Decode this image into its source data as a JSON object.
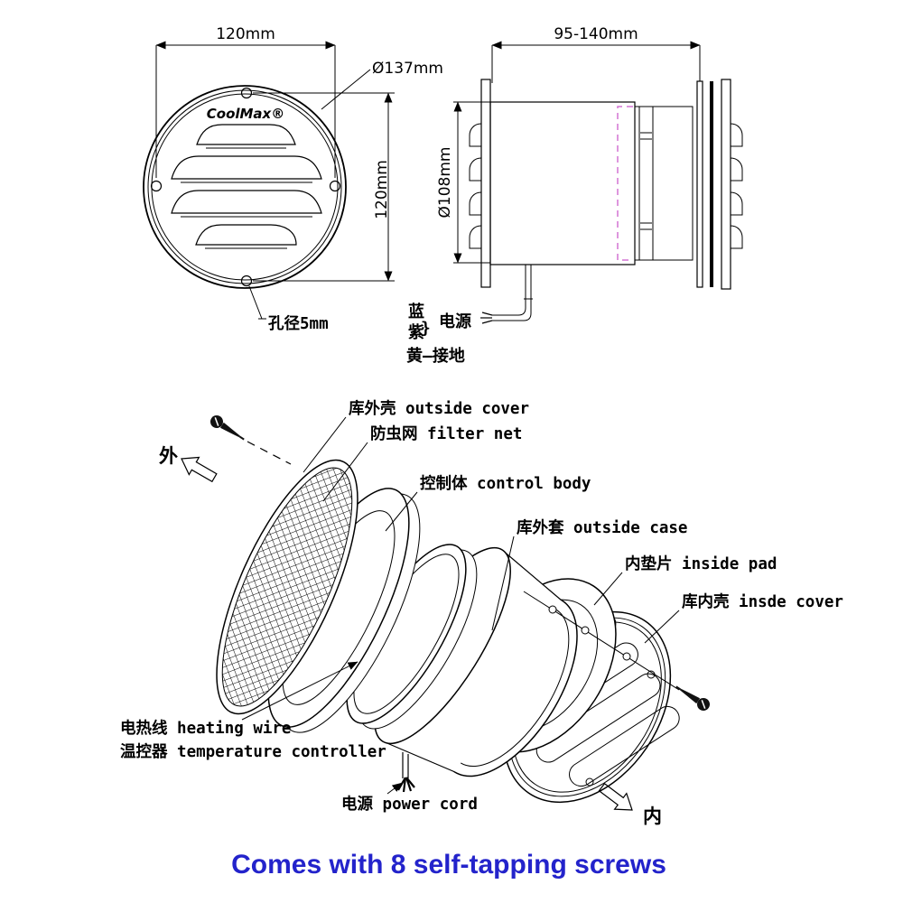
{
  "document": {
    "type": "technical-drawing",
    "background": "#ffffff",
    "line_color": "#000000"
  },
  "front_view": {
    "logo": "CoolMax®",
    "dim_width": "120mm",
    "dim_height": "120mm",
    "dim_diameter": "Ø137mm",
    "hole_note": "孔径5mm"
  },
  "side_view": {
    "dim_depth": "95-140mm",
    "dim_diameter": "Ø108mm",
    "dashed_color": "#d473d4",
    "wires": {
      "blue": "蓝",
      "purple": "紫",
      "brace": "}",
      "power": "电源",
      "ground": "黄—接地"
    }
  },
  "exploded_view": {
    "direction_out": "外",
    "direction_in": "内",
    "labels": {
      "outside_cover": "库外壳 outside cover",
      "filter_net": "防虫网 filter net",
      "control_body": "控制体 control body",
      "outside_case": "库外套 outside case",
      "inside_pad": "内垫片 inside pad",
      "inside_cover": "库内壳 insde cover",
      "heating_wire": "电热线 heating wire",
      "temperature_controller": "温控器 temperature controller",
      "power_cord": "电源 power cord"
    }
  },
  "caption": {
    "text": "Comes with 8 self-tapping screws",
    "color": "#2323cb"
  }
}
